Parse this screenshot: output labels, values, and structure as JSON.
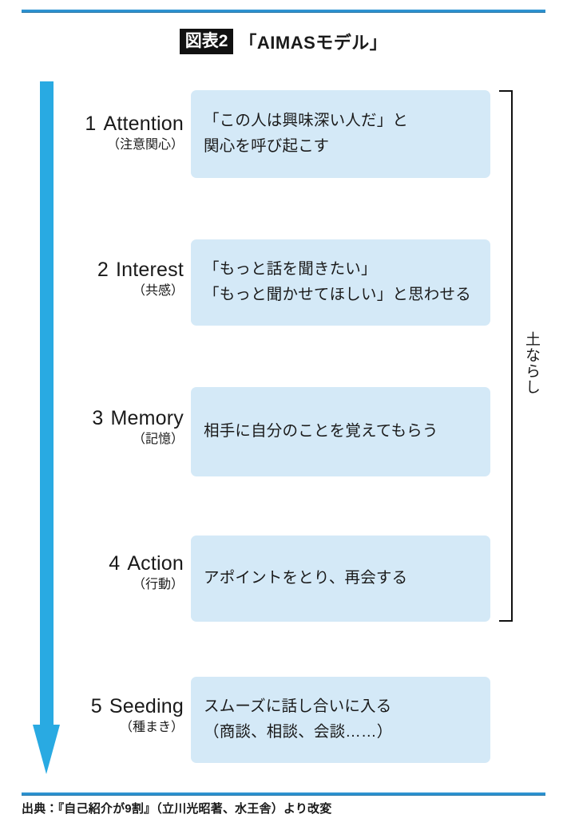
{
  "figure": {
    "badge": "図表2",
    "title": "「AIMASモデル」",
    "accent_color": "#29aae2",
    "box_color": "#d4e9f7",
    "rule_color": "#2e93d1",
    "badge_bg": "#111111"
  },
  "bracket": {
    "label": "土ならし",
    "covers_steps": [
      1,
      2,
      3,
      4
    ]
  },
  "steps": [
    {
      "number": "1",
      "name": "Attention",
      "reading": "（注意関心）",
      "description": "「この人は興味深い人だ」と\n関心を呼び起こす"
    },
    {
      "number": "2",
      "name": "Interest",
      "reading": "（共感）",
      "description": "「もっと話を聞きたい」\n「もっと聞かせてほしい」と思わせる"
    },
    {
      "number": "3",
      "name": "Memory",
      "reading": "（記憶）",
      "description": "相手に自分のことを覚えてもらう"
    },
    {
      "number": "4",
      "name": "Action",
      "reading": "（行動）",
      "description": "アポイントをとり、再会する"
    },
    {
      "number": "5",
      "name": "Seeding",
      "reading": "（種まき）",
      "description": "スムーズに話し合いに入る\n（商談、相談、会談……）"
    }
  ],
  "source": "出典：『自己紹介が9割』（立川光昭著、水王舎）より改変"
}
